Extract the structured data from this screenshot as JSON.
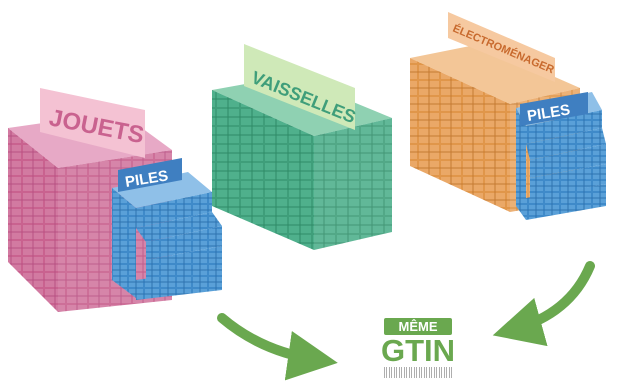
{
  "stacks": [
    {
      "label": "JOUETS",
      "sub_label": "PILES"
    },
    {
      "label": "VAISSELLES"
    },
    {
      "label": "ÉLECTROMÉNAGER",
      "sub_label": "PILES"
    }
  ],
  "badge": {
    "top_label": "MÊME",
    "main_label": "GTIN"
  },
  "colors": {
    "jouets_crate": "#c9628f",
    "vaisselles_crate": "#3f9e7a",
    "electromenager_crate": "#e0964a",
    "piles_crate": "#3f8ac9",
    "sign_pink": "#f4c2d3",
    "sign_green": "#cfe9b8",
    "sign_orange": "#f6c9a0",
    "piles_sign": "#3f7fc1",
    "arrow_green": "#6aa84f",
    "gtin_green": "#6aa84f"
  },
  "icons": [
    "arrow-left-icon",
    "arrow-right-icon",
    "barcode-icon"
  ]
}
